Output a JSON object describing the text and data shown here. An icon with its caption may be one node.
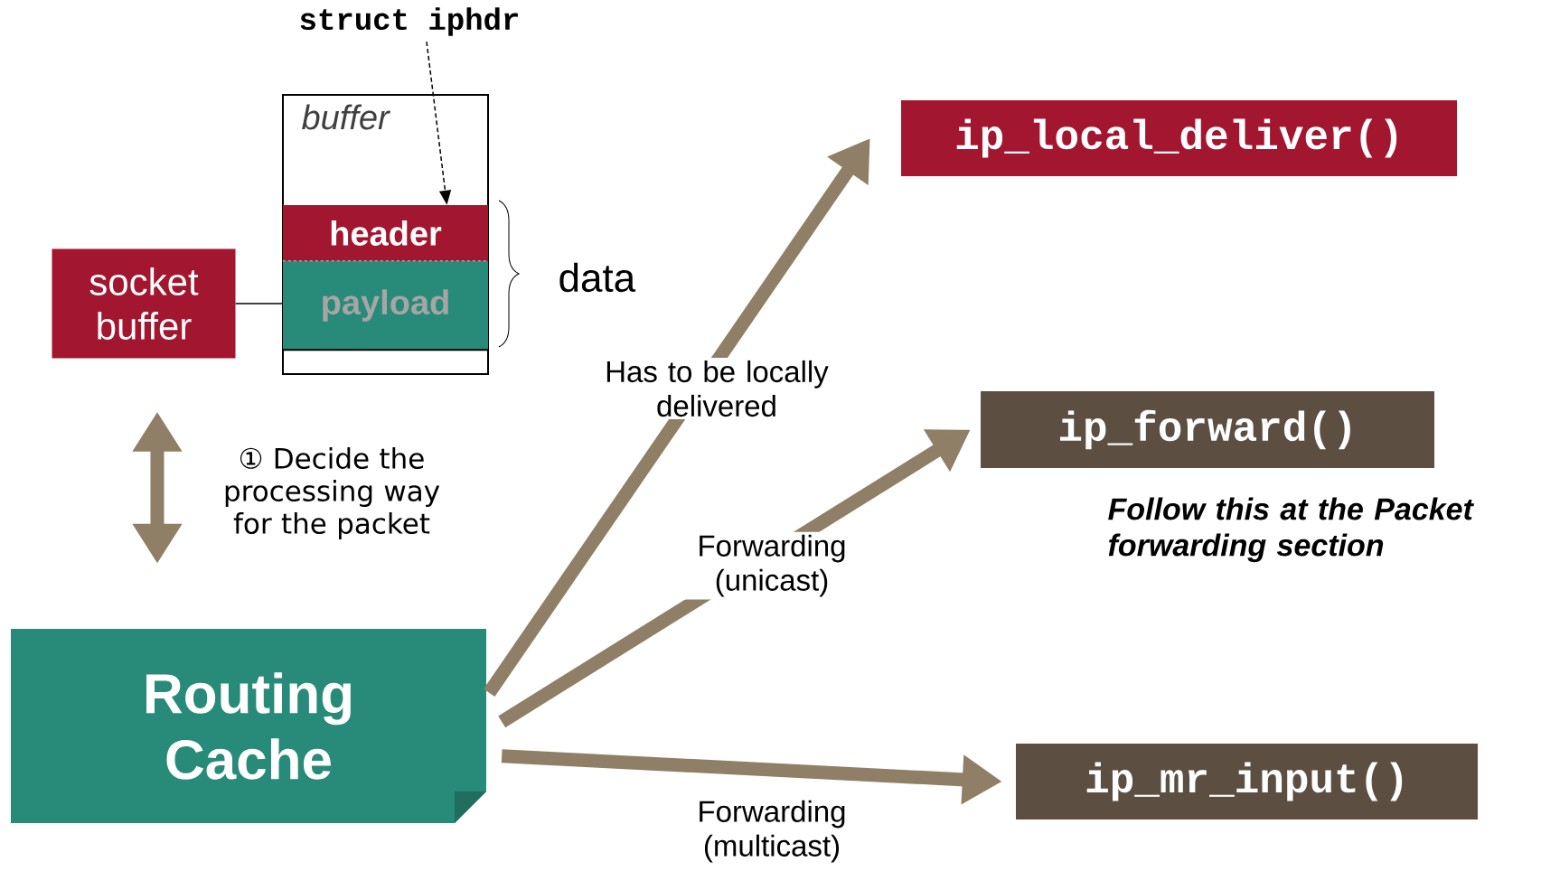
{
  "diagram": {
    "nodes": [
      {
        "text": [
          "socket buffer"
        ]
      },
      {
        "text": [
          "buffer"
        ]
      },
      {
        "text": [
          "header"
        ],
        "in": 1
      },
      {
        "text": [
          "payload"
        ],
        "in": 1
      },
      {
        "text": [
          "struct iphdr"
        ]
      },
      {
        "text": [
          "Routing Cache"
        ]
      },
      {
        "text": [
          "ip_local_deliver()"
        ]
      },
      {
        "text": [
          "ip_forward()"
        ]
      },
      {
        "text": [
          "ip_mr_input()"
        ]
      }
    ],
    "edges": [
      {
        "from": 4,
        "to": 2,
        "arrow": "to",
        "style": "dashed",
        "color": "#000000"
      },
      {
        "from": 0,
        "to": 3,
        "arrow": "none",
        "color": "#000000"
      },
      {
        "from": 0,
        "to": 5,
        "arrow": "both"
      },
      {
        "from": 5,
        "to": 6,
        "arrow": "to",
        "label": "Has to be locally delivered"
      },
      {
        "from": 5,
        "to": 7,
        "arrow": "to",
        "label": "Forwarding (unicast)"
      },
      {
        "from": 5,
        "to": 8,
        "arrow": "to",
        "label": "Forwarding (multicast)"
      }
    ],
    "labels": [
      "data",
      "① Decide the processing way for the packet",
      "Follow this at the Packet forwarding section"
    ]
  }
}
